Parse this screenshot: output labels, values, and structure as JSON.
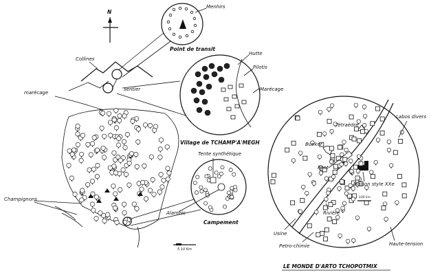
{
  "compass": {
    "north_letter": "N"
  },
  "labels": {
    "menhirs": "Menhirs",
    "point_de_transit": "Point de transit",
    "collines": "Collines",
    "sentier": "sentier",
    "marecage_left": "marécage",
    "hutte": "Hutte",
    "pilotis": "Pilotis",
    "marecage_village": "Marécage",
    "village_title": "Village de TCHAMP'A'MEGH",
    "tente": "Tente synthétique",
    "champignons": "Champignons",
    "alambic": "Alambic",
    "campement": "Campement",
    "scale_main": "5   10 Km",
    "labos": "Labos divers",
    "tetraedre": "Tétraèdre",
    "bunker": "Bunker",
    "pont": "Pont",
    "maison": "Maison style XXe",
    "scale_city": "100 km",
    "riviere": "Rivière",
    "usine": "Usine",
    "petrochimie": "Petro-chimie",
    "haute_tension": "Haute-tension",
    "monde_title": "LE MONDE D'ARTO TCHOPOTMIX"
  }
}
